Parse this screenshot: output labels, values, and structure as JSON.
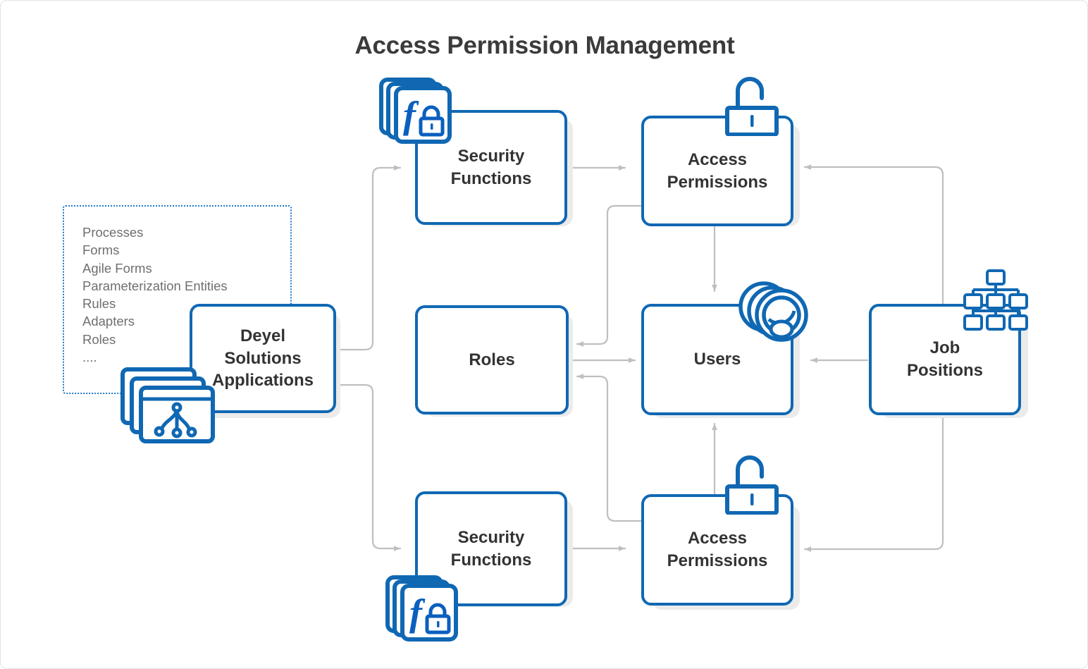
{
  "diagram": {
    "title": "Access Permission Management",
    "colors": {
      "node_border": "#1068b3",
      "node_fill": "#ffffff",
      "node_shadow": "#ebebeb",
      "connector": "#bfbfbf",
      "title_text": "#3b3b3b",
      "node_text": "#333333",
      "list_text": "#6f6f6f",
      "dotted_border": "#1e78c8",
      "canvas": "#ffffff"
    },
    "artifacts_panel": {
      "items": [
        "Processes",
        "Forms",
        "Agile Forms",
        "Parameterization Entities",
        "Rules",
        "Adapters",
        "Roles",
        "...."
      ]
    },
    "nodes": [
      {
        "id": "deyel",
        "label": "Deyel\nSolutions\nApplications",
        "icon": "deyel-apps-icon"
      },
      {
        "id": "sec-fn-top",
        "label": "Security\nFunctions",
        "icon": "function-lock-icon"
      },
      {
        "id": "access-top",
        "label": "Access\nPermissions",
        "icon": "open-padlock-icon"
      },
      {
        "id": "roles",
        "label": "Roles",
        "icon": ""
      },
      {
        "id": "users",
        "label": "Users",
        "icon": "users-group-icon"
      },
      {
        "id": "job-positions",
        "label": "Job\nPositions",
        "icon": "org-chart-icon"
      },
      {
        "id": "sec-fn-bottom",
        "label": "Security\nFunctions",
        "icon": "function-lock-icon"
      },
      {
        "id": "access-bottom",
        "label": "Access\nPermissions",
        "icon": "open-padlock-icon"
      }
    ],
    "connections": [
      {
        "from": "deyel",
        "to": "sec-fn-top",
        "arrow": true
      },
      {
        "from": "deyel",
        "to": "sec-fn-bottom",
        "arrow": true
      },
      {
        "from": "sec-fn-top",
        "to": "access-top",
        "arrow": true
      },
      {
        "from": "sec-fn-bottom",
        "to": "access-bottom",
        "arrow": true
      },
      {
        "from": "access-top",
        "to": "users",
        "arrow": true
      },
      {
        "from": "access-top",
        "to": "roles",
        "arrow": true
      },
      {
        "from": "access-bottom",
        "to": "users",
        "arrow": true
      },
      {
        "from": "access-bottom",
        "to": "roles",
        "arrow": true
      },
      {
        "from": "roles",
        "to": "users",
        "arrow": true
      },
      {
        "from": "job-positions",
        "to": "access-top",
        "arrow": true
      },
      {
        "from": "job-positions",
        "to": "access-bottom",
        "arrow": true
      },
      {
        "from": "job-positions",
        "to": "users",
        "arrow": true
      }
    ]
  }
}
